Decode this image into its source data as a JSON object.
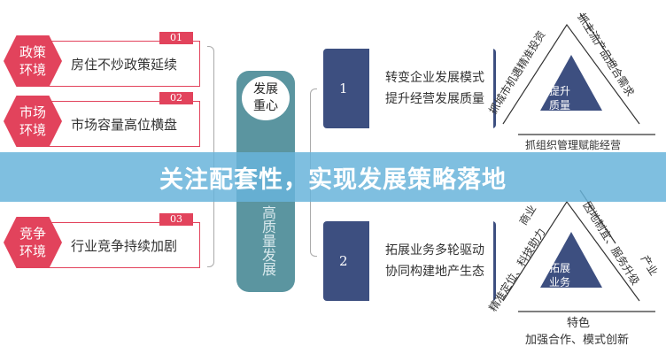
{
  "left": [
    {
      "num": "01",
      "tag": "政策\n环境",
      "tag1": "政策",
      "tag2": "环境",
      "text": "房住不炒政策延续"
    },
    {
      "num": "02",
      "tag1": "市场",
      "tag2": "环境",
      "text": "市场容量高位横盘"
    },
    {
      "num": "03",
      "tag1": "竞争",
      "tag2": "环境",
      "text": "行业竞争持续加剧"
    }
  ],
  "center": {
    "circle1": "发展",
    "circle2": "重心",
    "vertical": "高质量发展"
  },
  "strategies": [
    {
      "num": "1",
      "line1": "转变企业发展模式",
      "line2": "提升经营发展质量"
    },
    {
      "num": "2",
      "line1": "拓展业务多轮驱动",
      "line2": "协同构建地产生态"
    }
  ],
  "tri1": {
    "center1": "提升",
    "center2": "质量",
    "left": "抓城市机遇精准投资",
    "right": "抓主流产品迎合需求",
    "bottom": "抓组织管理赋能经营"
  },
  "tri2": {
    "center1": "拓展",
    "center2": "业务",
    "left1": "商业",
    "left2": "精准定位、科技助力",
    "right1": "产业",
    "right2": "因地制宜、服务升级",
    "bottom1": "特色",
    "bottom2": "加强合作、模式创新"
  },
  "banner": "关注配套性，实现发展策略落地",
  "colors": {
    "red": "#e2435c",
    "navy": "#3d4f80",
    "teal": "#5b95a0",
    "banner": "#68b4da"
  }
}
